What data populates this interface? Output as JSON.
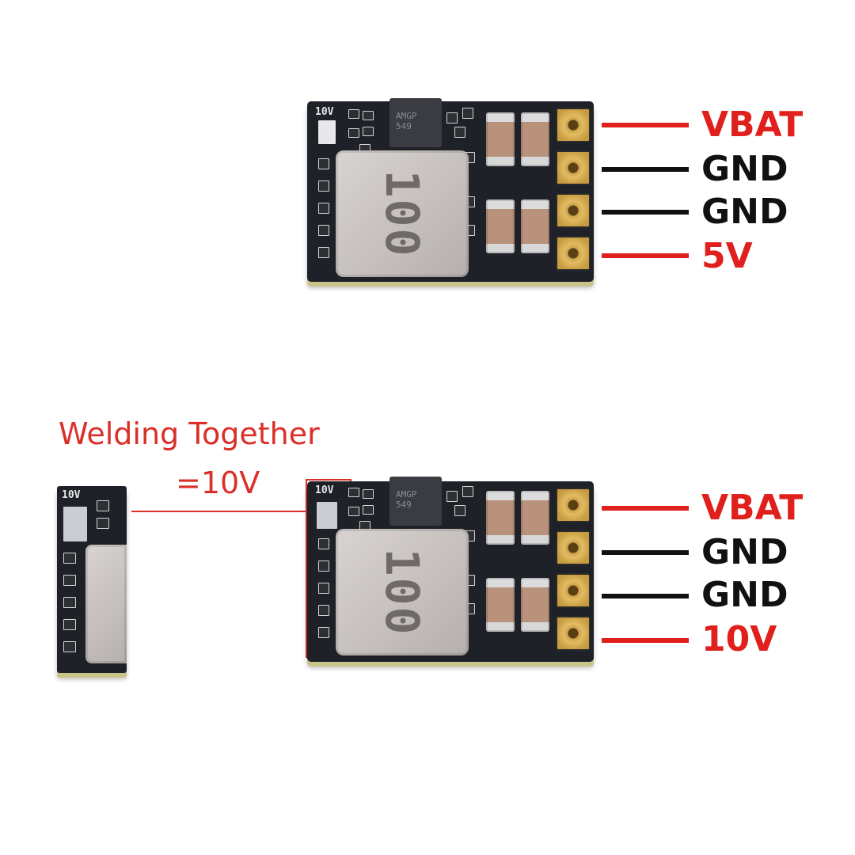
{
  "colors": {
    "red": "#e0201c",
    "black": "#111111",
    "annotation": "#d9302a"
  },
  "top_board": {
    "silk_text": "10V",
    "chip_mark_line1": "AMGP",
    "chip_mark_line2": "549",
    "inductor_mark": "100",
    "pins": [
      {
        "label": "VBAT",
        "color": "#e0201c"
      },
      {
        "label": "GND",
        "color": "#111111"
      },
      {
        "label": "GND",
        "color": "#111111"
      },
      {
        "label": "5V",
        "color": "#e0201c"
      }
    ]
  },
  "bottom_board": {
    "silk_text": "10V",
    "chip_mark_line1": "AMGP",
    "chip_mark_line2": "549",
    "inductor_mark": "100",
    "pins": [
      {
        "label": "VBAT",
        "color": "#e0201c"
      },
      {
        "label": "GND",
        "color": "#111111"
      },
      {
        "label": "GND",
        "color": "#111111"
      },
      {
        "label": "10V",
        "color": "#e0201c"
      }
    ]
  },
  "detail_board": {
    "silk_text": "10V"
  },
  "annotation": {
    "caption": "Welding Together",
    "equation": "=10V"
  }
}
